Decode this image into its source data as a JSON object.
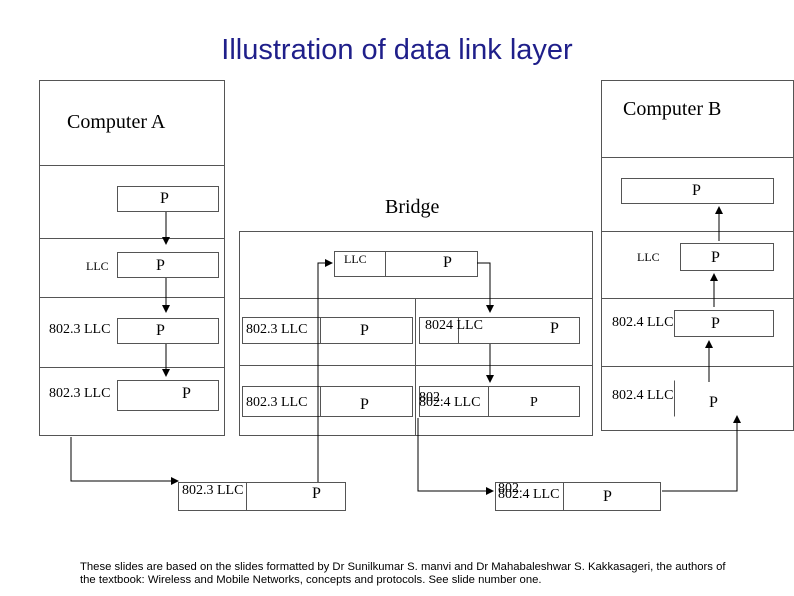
{
  "title": "Illustration of data link layer",
  "footer": "These slides are based on the slides formatted by Dr Sunilkumar S. manvi and Dr Mahabaleshwar S. Kakkasageri, the authors of the textbook: Wireless and Mobile Networks, concepts and protocols. See slide number one.",
  "labels": {
    "computer_a": "Computer A",
    "computer_b": "Computer B",
    "bridge": "Bridge",
    "p": "P",
    "llc": "LLC",
    "llc_8023": "802.3 LLC",
    "llc_8023_spaced": "802.3  LLC",
    "llc_8024": "802.4  LLC",
    "llc_8024_tight": "802.4 LLC",
    "llc_8024_nodot": "8024 LLC",
    "overprint_802": "802."
  },
  "colors": {
    "title": "#1f1f8a",
    "lines": "#000000",
    "box_border": "#555555"
  }
}
